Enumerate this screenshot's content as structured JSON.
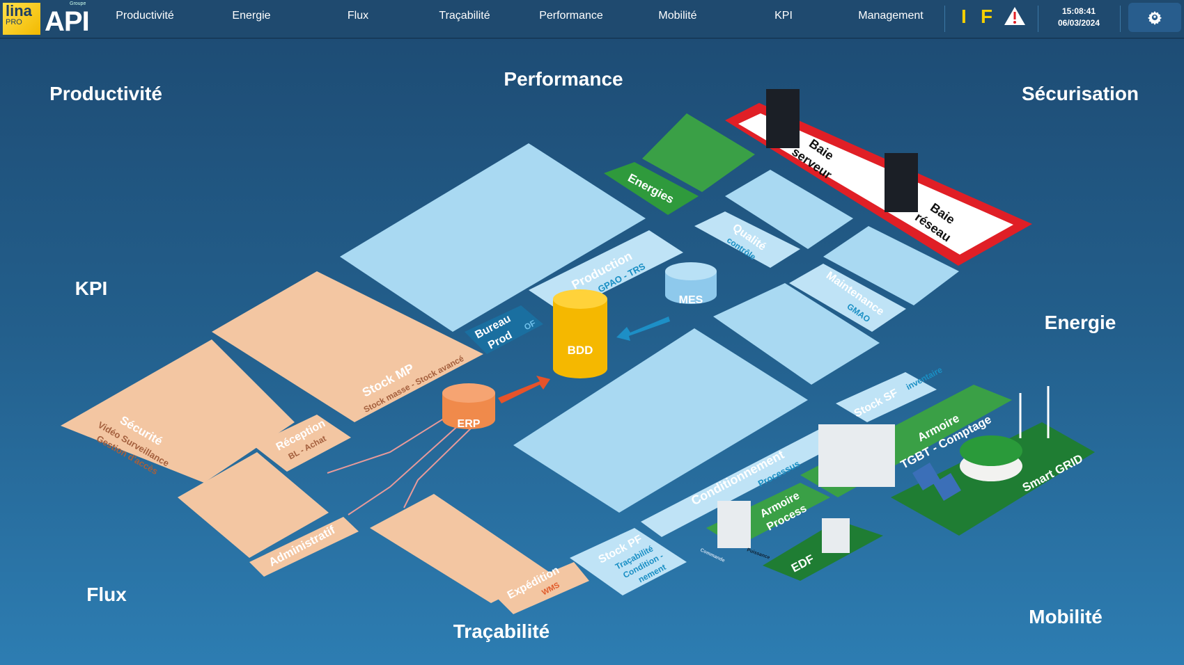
{
  "header": {
    "logo_lina": "lina",
    "logo_pro": "PRO",
    "logo_api": "API",
    "logo_groupe": "Groupe",
    "nav": [
      "Productivité",
      "Energie",
      "Flux",
      "Traçabilité",
      "Performance",
      "Mobilité",
      "KPI",
      "Management"
    ],
    "indicator_i": "I",
    "indicator_f": "F",
    "time": "15:08:41",
    "date": "06/03/2024"
  },
  "sections": {
    "productivite": "Productivité",
    "performance": "Performance",
    "securisation": "Sécurisation",
    "kpi": "KPI",
    "energie": "Energie",
    "flux": "Flux",
    "tracabilite": "Traçabilité",
    "mobilite": "Mobilité"
  },
  "map": {
    "energies": "Energies",
    "baie_serveur": [
      "Baie",
      "serveur"
    ],
    "baie_reseau": [
      "Baie",
      "réseau"
    ],
    "qualite": [
      "Qualité",
      "contrôle"
    ],
    "maintenance": [
      "Maintenance",
      "GMAO"
    ],
    "production": [
      "Production",
      "GPAO - TRS"
    ],
    "bureau_prod": [
      "Bureau",
      "Prod",
      "OF"
    ],
    "mes": "MES",
    "bdd": "BDD",
    "erp": "ERP",
    "stock_mp": [
      "Stock MP",
      "Stock masse - Stock avancé"
    ],
    "reception": [
      "Réception",
      "BL - Achat"
    ],
    "securite": [
      "Sécurité",
      "Vidéo Surveillance",
      "Gestion d'accès"
    ],
    "administratif": "Administratif",
    "expedition": [
      "Expédition",
      "WMS"
    ],
    "stock_pf": [
      "Stock PF",
      "Traçabilité",
      "Condition -",
      "nement"
    ],
    "conditionnement": [
      "Conditionnement",
      "Processus"
    ],
    "armoire_process": [
      "Armoire",
      "Process"
    ],
    "edf": "EDF",
    "armoire_tgbt": [
      "Armoire",
      "TGBT - Comptage"
    ],
    "smart_grid": "Smart GRID",
    "stock_sf": [
      "Stock SF",
      "inventaire"
    ],
    "commande": "Commande",
    "puissance": "Puissance"
  },
  "colors": {
    "peach": "#f3c6a2",
    "light_blue": "#a9d9f2",
    "green": "#3aa046",
    "dark_green": "#1f7d33",
    "red": "#e01f26",
    "yellow": "#f5c400",
    "orange": "#f08a4b"
  }
}
